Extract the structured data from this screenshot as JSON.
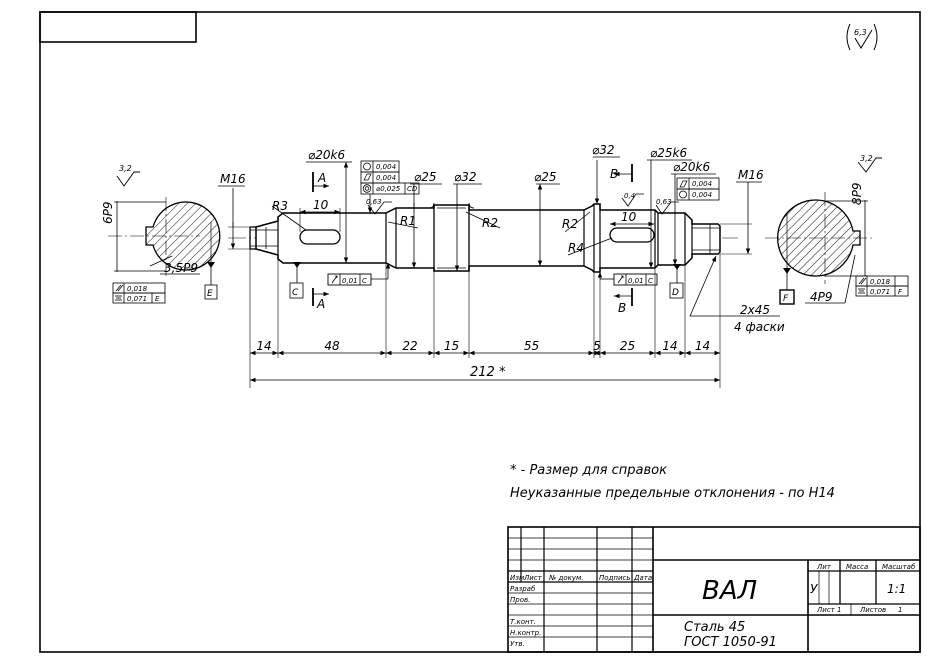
{
  "roughness": {
    "value": "6,3"
  },
  "left_view": {
    "roughness": "3,2",
    "depth": "6P9",
    "width": "3,5P9",
    "tol1": "0,018",
    "tol2": "0,071",
    "datum": "E"
  },
  "right_view": {
    "roughness": "3,2",
    "depth": "8P9",
    "width": "4P9",
    "tol1": "0,018",
    "tol2": "0,071",
    "datum": "F",
    "frame_datum": "F"
  },
  "shaft": {
    "thread_left": "M16",
    "thread_right": "M16",
    "d1": "⌀20k6",
    "d2": "⌀25",
    "d3": "⌀32",
    "d4": "⌀25",
    "d5": "⌀32",
    "d6": "⌀25k6",
    "d7": "⌀20k6",
    "r3": "R3",
    "r1": "R1",
    "r2a": "R2",
    "r2b": "R2",
    "r4": "R4",
    "key_left": "10",
    "key_right": "10",
    "sect_a": "A",
    "sect_b": "B",
    "datum_c": "C",
    "datum_d": "D",
    "datum_e": "E",
    "datum_f": "F",
    "runout_tol": "0,01",
    "runout_left_ref": "C",
    "runout_right_ref": "C",
    "rough_left": "0,63",
    "rough_right": "0,63",
    "rough_collar": "0,4",
    "tol_left": [
      {
        "value": "0,004"
      },
      {
        "value": "0,004"
      },
      {
        "value": "⌀0,025",
        "ref": "CD"
      }
    ],
    "tol_right": [
      {
        "value": "0,004"
      },
      {
        "value": "0,004"
      }
    ],
    "chamfer": "2x45",
    "chamfer_note": "4 фаски"
  },
  "dimensions": {
    "segments": [
      "14",
      "48",
      "22",
      "15",
      "55",
      "5",
      "25",
      "14",
      "14"
    ],
    "total": "212 *"
  },
  "notes": [
    "* - Размер для справок",
    "Неуказанные предельные отклонения - по H14"
  ],
  "title_block": {
    "col_headers": [
      "Изм",
      "Лист",
      "№ докум.",
      "Подпись",
      "Дата"
    ],
    "rows": [
      "Разраб",
      "Пров.",
      "Т.конт.",
      "Н.контр.",
      "Утв."
    ],
    "title": "ВАЛ",
    "material1": "Сталь 45",
    "material2": "ГОСТ 1050-91",
    "lit_label": "Лит",
    "mass_label": "Масса",
    "scale_label": "Масштаб",
    "lit_value": "У",
    "scale_value": "1:1",
    "sheet_label": "Лист 1",
    "sheets_label": "Листов",
    "sheets_value": "1"
  }
}
